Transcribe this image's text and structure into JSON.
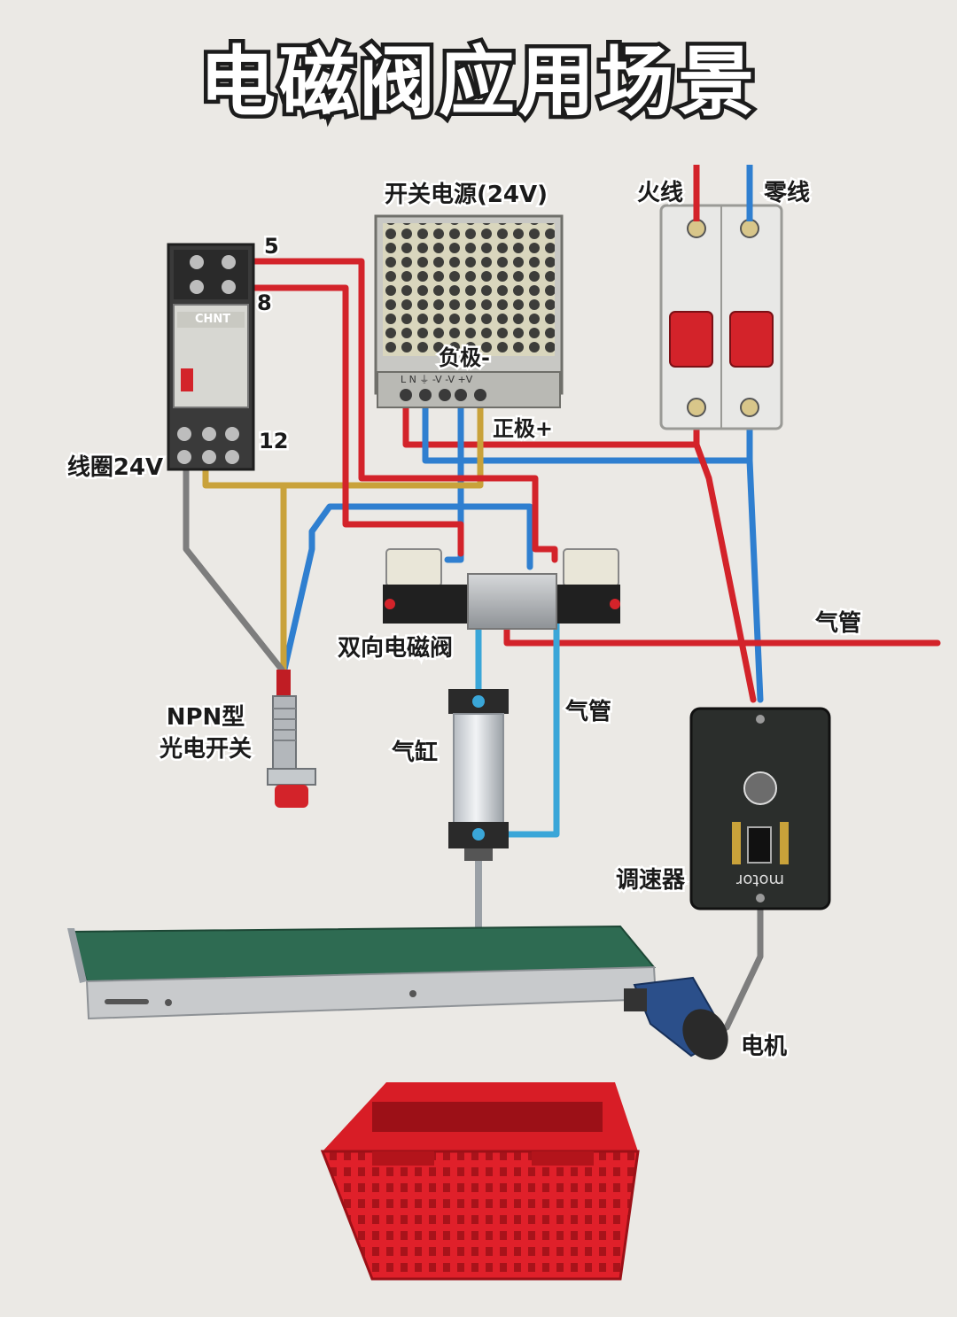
{
  "title": "电磁阀应用场景",
  "labels": {
    "power_supply": "开关电源(24V)",
    "negative": "负极-",
    "positive": "正极+",
    "live_wire": "火线",
    "neutral_wire": "零线",
    "relay_pin_5": "5",
    "relay_pin_8": "8",
    "relay_pin_12": "12",
    "coil": "线圈24V",
    "relay_brand": "CHNT",
    "valve": "双向电磁阀",
    "air_pipe_right": "气管",
    "air_pipe_cylinder": "气管",
    "cylinder": "气缸",
    "sensor_line1": "NPN型",
    "sensor_line2": "光电开关",
    "speed_controller": "调速器",
    "controller_brand": "motor",
    "motor": "电机"
  },
  "colors": {
    "red_wire": "#d3232a",
    "blue_wire": "#2f7fd0",
    "yellow_wire": "#c9a23a",
    "gray_wire": "#7d7d7d",
    "belt": "#2e6b52",
    "crate": "#e0202a"
  },
  "icons": [
    "relay-icon",
    "power-supply-icon",
    "breaker-icon",
    "solenoid-valve-icon",
    "cylinder-icon",
    "photoelectric-sensor-icon",
    "speed-controller-icon",
    "conveyor-icon",
    "motor-icon",
    "crate-icon"
  ]
}
